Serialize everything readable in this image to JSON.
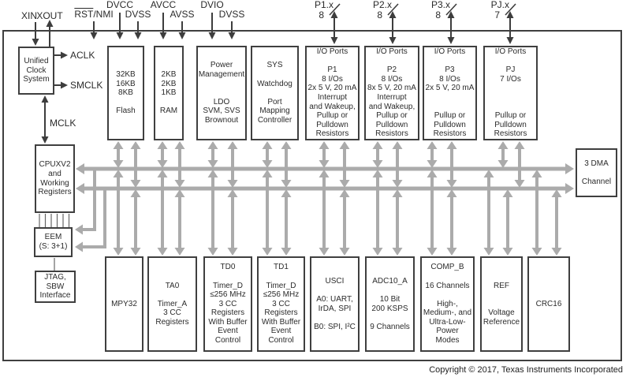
{
  "pins": {
    "xin": "XIN",
    "xout": "XOUT",
    "rst": {
      "over": "RST",
      "rest": "/NMI"
    },
    "dvcc": "DVCC",
    "dvss_a": "DVSS",
    "avcc": "AVCC",
    "avss": "AVSS",
    "dvio": "DVIO",
    "dvss_b": "DVSS",
    "ports": [
      {
        "label": "P1.x",
        "width": "8"
      },
      {
        "label": "P2.x",
        "width": "8"
      },
      {
        "label": "P3.x",
        "width": "8"
      },
      {
        "label": "PJ.x",
        "width": "7"
      }
    ]
  },
  "clocks": {
    "aclk": "ACLK",
    "smclk": "SMCLK",
    "mclk": "MCLK"
  },
  "blocks": {
    "ucs": [
      "Unified",
      "Clock",
      "System"
    ],
    "flash": [
      "32KB",
      "16KB",
      "8KB",
      "",
      "Flash"
    ],
    "ram": [
      "2KB",
      "2KB",
      "1KB",
      "",
      "RAM"
    ],
    "pwr": [
      "Power",
      "Management",
      "",
      "",
      "LDO",
      "SVM, SVS",
      "Brownout"
    ],
    "sys": [
      "SYS",
      "",
      "Watchdog",
      "",
      "Port",
      "Mapping",
      "Controller"
    ],
    "p1": [
      "I/O Ports",
      "",
      "P1",
      "8 I/Os",
      "2x 5 V, 20 mA",
      "Interrupt",
      "and Wakeup,",
      "Pullup or",
      "Pulldown",
      "Resistors"
    ],
    "p2": [
      "I/O Ports",
      "",
      "P2",
      "8 I/Os",
      "8x 5 V, 20 mA",
      "Interrupt",
      "and Wakeup,",
      "Pullup or",
      "Pulldown",
      "Resistors"
    ],
    "p3": [
      "I/O Ports",
      "",
      "P3",
      "8 I/Os",
      "2x 5 V, 20 mA",
      "",
      "",
      "Pullup or",
      "Pulldown",
      "Resistors"
    ],
    "pj": [
      "I/O Ports",
      "",
      "PJ",
      "7 I/Os",
      "",
      "",
      "",
      "Pullup or",
      "Pulldown",
      "Resistors"
    ],
    "dma": [
      "3 DMA",
      "",
      "Channel"
    ],
    "cpu": [
      "CPUXV2",
      "and",
      "Working",
      "Registers"
    ],
    "eem": [
      "EEM",
      "(S: 3+1)"
    ],
    "jtag": [
      "JTAG,",
      "SBW",
      "Interface"
    ],
    "mpy": [
      "MPY32"
    ],
    "ta0": [
      "TA0",
      "",
      "Timer_A",
      "3 CC",
      "Registers"
    ],
    "td0": [
      "TD0",
      "",
      "Timer_D",
      "≤256 MHz",
      "3 CC",
      "Registers",
      "With Buffer",
      "Event",
      "Control"
    ],
    "td1": [
      "TD1",
      "",
      "Timer_D",
      "≤256 MHz",
      "3 CC",
      "Registers",
      "With Buffer",
      "Event",
      "Control"
    ],
    "usci": [
      "USCI",
      "",
      "A0: UART,",
      "IrDA, SPI",
      "",
      "B0: SPI, I²C"
    ],
    "adc": [
      "ADC10_A",
      "",
      "10 Bit",
      "200 KSPS",
      "",
      "9 Channels"
    ],
    "comp": [
      "COMP_B",
      "",
      "16 Channels",
      "",
      "High-,",
      "Medium-, and",
      "Ultra-Low-",
      "Power",
      "Modes"
    ],
    "ref": [
      "REF",
      "",
      "",
      "Voltage",
      "Reference"
    ],
    "crc": [
      "CRC16"
    ]
  },
  "footer": {
    "copyright": "Copyright © 2017, Texas Instruments Incorporated"
  },
  "colors": {
    "bus": "#ababab",
    "line": "#3d3d3d"
  }
}
